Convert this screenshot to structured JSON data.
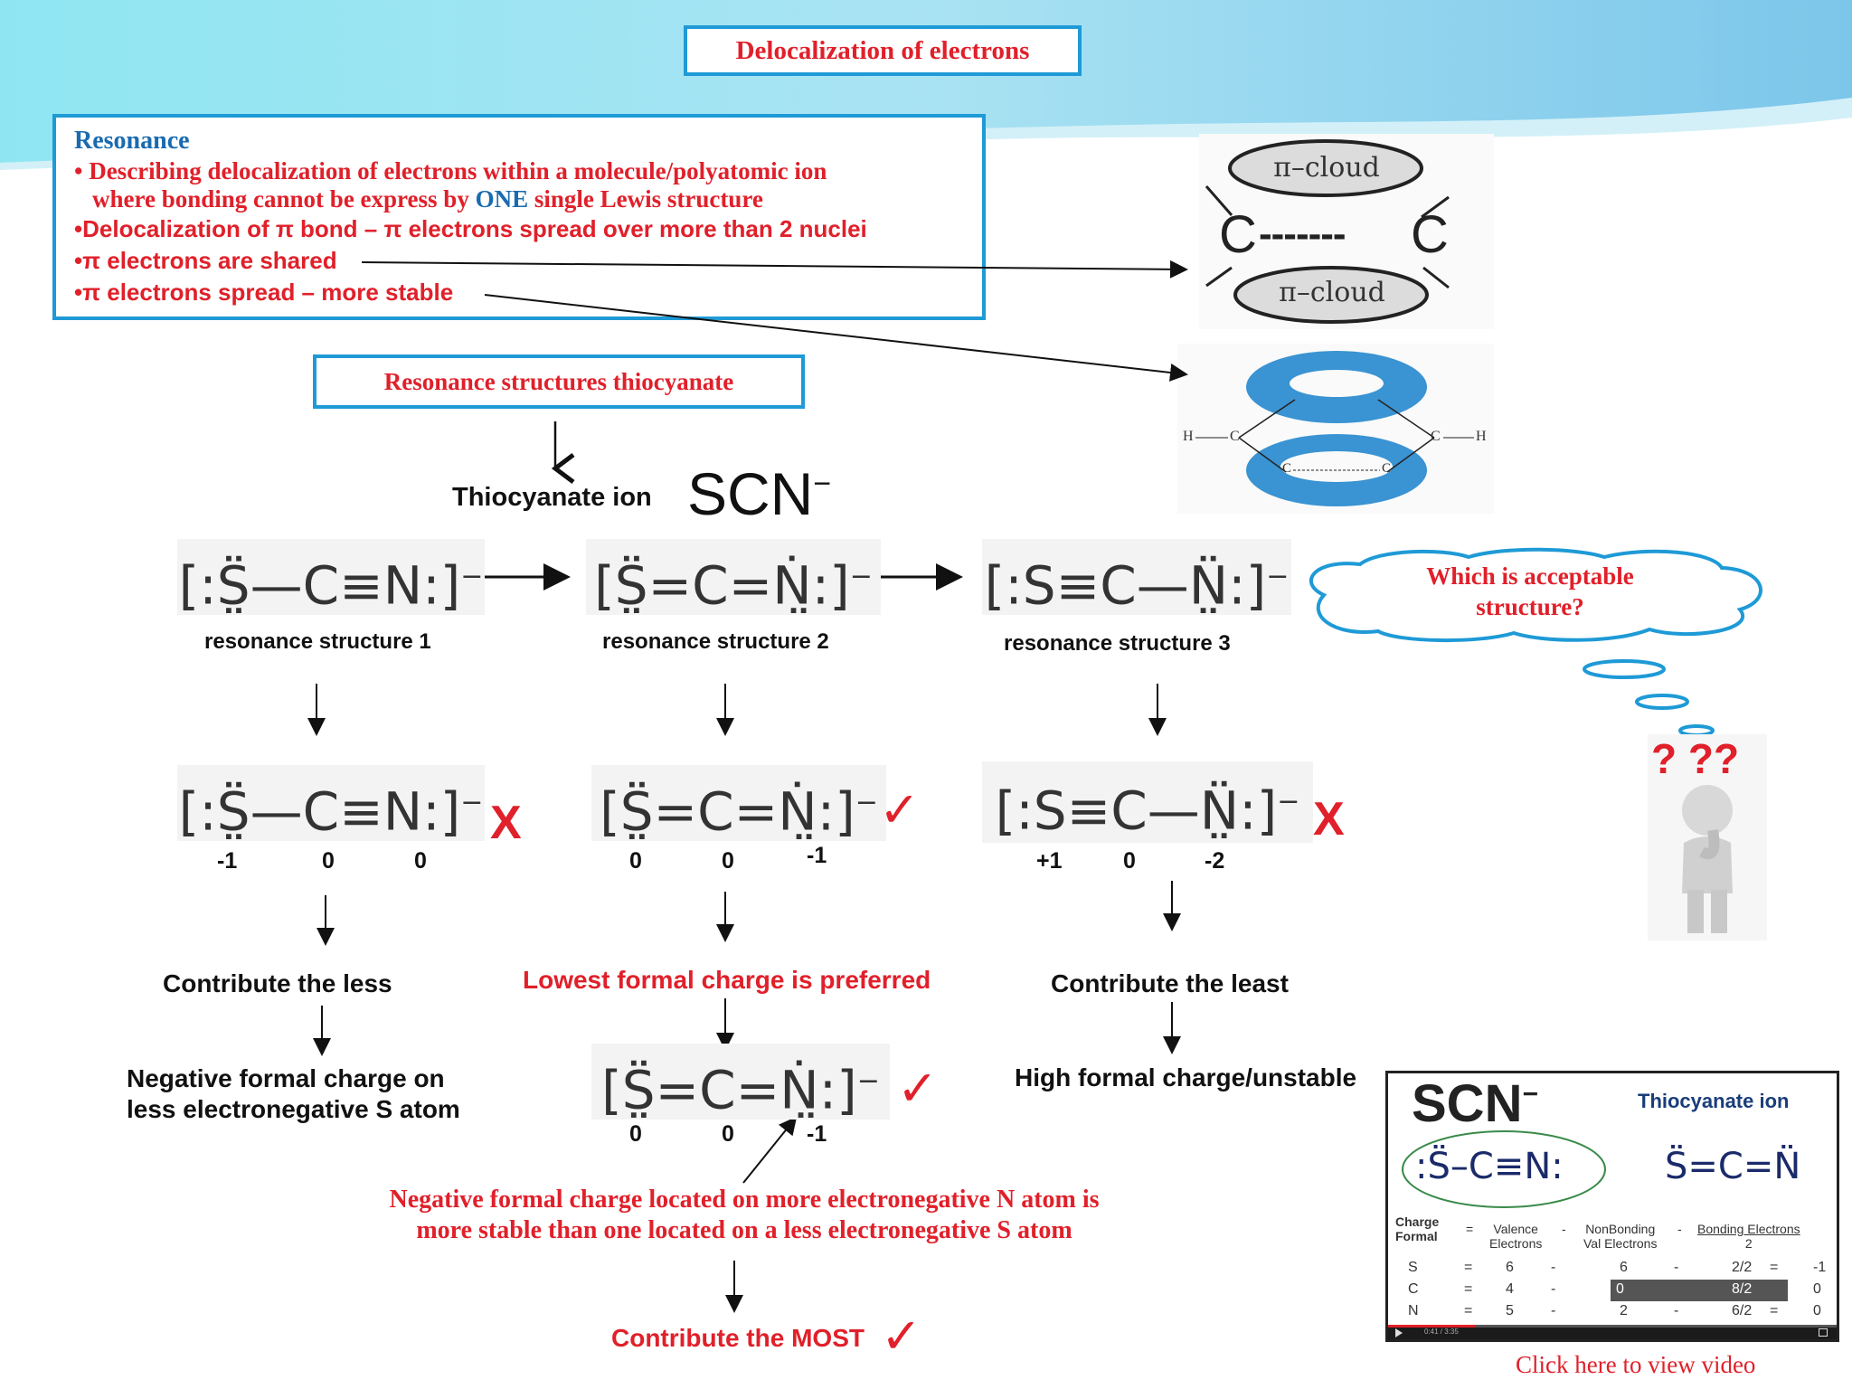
{
  "title": "Delocalization of electrons",
  "resonance": {
    "heading": "Resonance",
    "line1": "• Describing delocalization of electrons within a molecule/polyatomic ion",
    "line2a": "where bonding cannot be express by ",
    "line2b": "ONE",
    "line2c": " single Lewis structure",
    "line3": "•Delocalization of  π bond – π electrons spread over more than 2 nuclei",
    "line4": "•π electrons are shared",
    "line5": "•π electrons spread – more stable"
  },
  "pi_diagram": {
    "cloud_top": "π–cloud",
    "cloud_bottom": "π–cloud",
    "left_atom": "C",
    "right_atom": "C",
    "bond": "-------",
    "h": "H",
    "c": "C"
  },
  "subtitle": "Resonance structures thiocyanate",
  "ion": {
    "label": "Thiocyanate ion",
    "formula": "SCN",
    "charge": "−"
  },
  "structures": [
    {
      "text": "[:S̤̈—C≡N:]",
      "charge": "−",
      "label": "resonance structure 1"
    },
    {
      "text": "[S̤̈=C=Ṅ̤:]",
      "charge": "−",
      "label": "resonance structure 2"
    },
    {
      "text": "[:S≡C—N̤̈:]",
      "charge": "−",
      "label": "resonance structure 3"
    }
  ],
  "formal_charges": [
    {
      "s": "-1",
      "c": "0",
      "n": "0",
      "mark": "X"
    },
    {
      "s": "0",
      "c": "0",
      "n": "-1",
      "mark": "✓"
    },
    {
      "s": "+1",
      "c": "0",
      "n": "-2",
      "mark": "X"
    }
  ],
  "thought": {
    "line1": "Which is acceptable",
    "line2": "structure?",
    "marks": "? ??"
  },
  "conclusions": {
    "c1_title": "Contribute the less",
    "c1_reason_1": "Negative formal charge on",
    "c1_reason_2": "less electronegative S atom",
    "c2_title": "Lowest formal charge is preferred",
    "c2_note_1": "Negative formal charge located on more electronegative N atom is",
    "c2_note_2": "more stable than one located on a less electronegative S atom",
    "c2_final": "Contribute the MOST",
    "c3_title": "Contribute the least",
    "c3_reason": "High formal charge/unstable"
  },
  "final_structure": {
    "text": "[S̤̈=C=Ṅ̤:]",
    "charge": "−",
    "s": "0",
    "c": "0",
    "n": "-1",
    "mark": "✓"
  },
  "video": {
    "formula": "SCN",
    "charge": "−",
    "title": "Thiocyanate ion",
    "struct_left": ":S̈–C≡N:",
    "struct_right": "S̈=C=N̈",
    "col_charge_1": "Charge",
    "col_charge_2": "Formal",
    "col_valence_1": "Valence",
    "col_valence_2": "Electrons",
    "col_nonbond_1": "NonBonding",
    "col_nonbond_2": "Val Electrons",
    "col_bond_1": "Bonding Electrons",
    "col_bond_2": "2",
    "eq": "=",
    "minus": "-",
    "rows": [
      {
        "atom": "S",
        "val": "6",
        "nb": "6",
        "b": "2/2",
        "fc": "-1"
      },
      {
        "atom": "C",
        "val": "4",
        "nb": "0",
        "b": "8/2",
        "fc": "0"
      },
      {
        "atom": "N",
        "val": "5",
        "nb": "2",
        "b": "6/2",
        "fc": "0"
      }
    ],
    "time": "0:41 / 3:35",
    "link": "Click here to view video"
  },
  "colors": {
    "accent": "#1e9ad6",
    "red": "#e0202a",
    "blue": "#1a6bb0",
    "torus": "#3a93d2"
  }
}
